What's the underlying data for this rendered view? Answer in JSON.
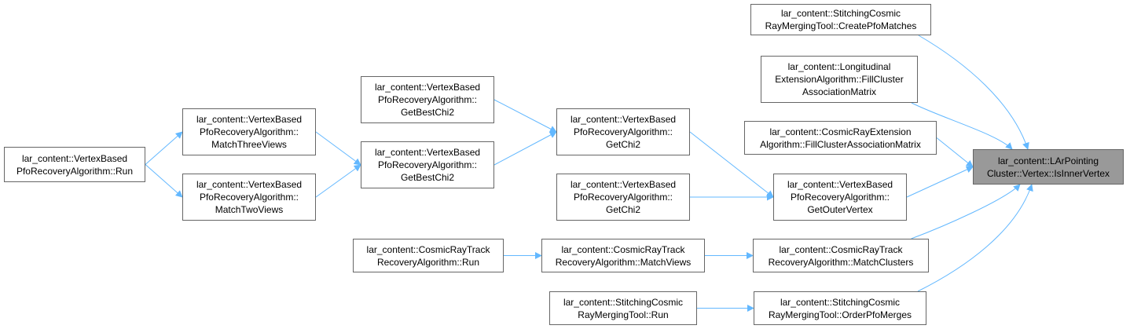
{
  "nodes": [
    {
      "id": "root",
      "text": "lar_content::LArPointing\nCluster::Vertex::IsInnerVertex",
      "root": true
    },
    {
      "id": "n1",
      "text": "lar_content::StitchingCosmic\nRayMergingTool::CreatePfoMatches"
    },
    {
      "id": "n2",
      "text": "lar_content::Longitudinal\nExtensionAlgorithm::FillCluster\nAssociationMatrix"
    },
    {
      "id": "n3",
      "text": "lar_content::CosmicRayExtension\nAlgorithm::FillClusterAssociationMatrix"
    },
    {
      "id": "n4",
      "text": "lar_content::VertexBased\nPfoRecoveryAlgorithm::\nGetOuterVertex"
    },
    {
      "id": "n5",
      "text": "lar_content::CosmicRayTrack\nRecoveryAlgorithm::MatchClusters"
    },
    {
      "id": "n6",
      "text": "lar_content::StitchingCosmic\nRayMergingTool::OrderPfoMerges"
    },
    {
      "id": "n7",
      "text": "lar_content::VertexBased\nPfoRecoveryAlgorithm::\nGetChi2"
    },
    {
      "id": "n8",
      "text": "lar_content::VertexBased\nPfoRecoveryAlgorithm::\nGetChi2"
    },
    {
      "id": "n9",
      "text": "lar_content::CosmicRayTrack\nRecoveryAlgorithm::MatchViews"
    },
    {
      "id": "n10",
      "text": "lar_content::StitchingCosmic\nRayMergingTool::Run"
    },
    {
      "id": "n11",
      "text": "lar_content::VertexBased\nPfoRecoveryAlgorithm::\nGetBestChi2"
    },
    {
      "id": "n12",
      "text": "lar_content::VertexBased\nPfoRecoveryAlgorithm::\nGetBestChi2"
    },
    {
      "id": "n13",
      "text": "lar_content::CosmicRayTrack\nRecoveryAlgorithm::Run"
    },
    {
      "id": "n14",
      "text": "lar_content::VertexBased\nPfoRecoveryAlgorithm::\nMatchThreeViews"
    },
    {
      "id": "n15",
      "text": "lar_content::VertexBased\nPfoRecoveryAlgorithm::\nMatchTwoViews"
    },
    {
      "id": "n16",
      "text": "lar_content::VertexBased\nPfoRecoveryAlgorithm::Run"
    }
  ],
  "edges": [
    [
      "n1",
      "root"
    ],
    [
      "n2",
      "root"
    ],
    [
      "n3",
      "root"
    ],
    [
      "n4",
      "root"
    ],
    [
      "n5",
      "root"
    ],
    [
      "n6",
      "root"
    ],
    [
      "n7",
      "n4"
    ],
    [
      "n8",
      "n4"
    ],
    [
      "n9",
      "n5"
    ],
    [
      "n10",
      "n6"
    ],
    [
      "n11",
      "n7"
    ],
    [
      "n12",
      "n7"
    ],
    [
      "n13",
      "n9"
    ],
    [
      "n14",
      "n12"
    ],
    [
      "n15",
      "n12"
    ],
    [
      "n16",
      "n14"
    ],
    [
      "n16",
      "n15"
    ]
  ],
  "colors": {
    "edge": "#63b8ff",
    "node_border": "#666666",
    "root_fill": "#999999"
  }
}
